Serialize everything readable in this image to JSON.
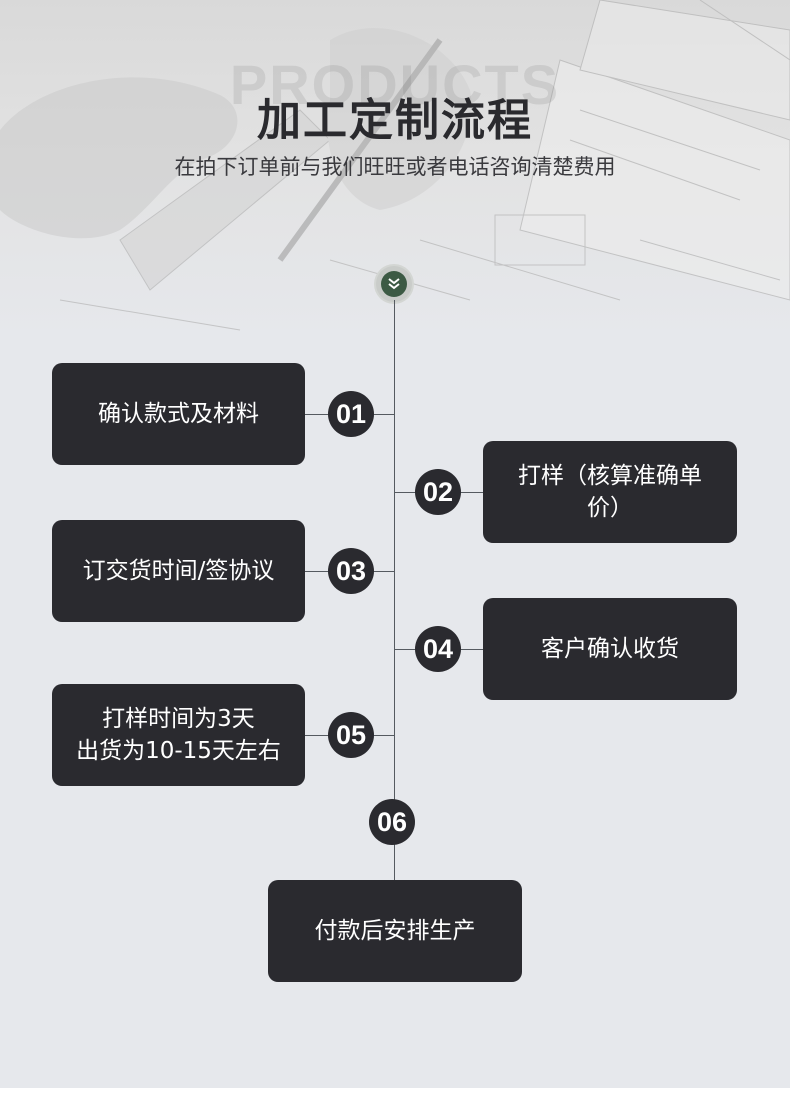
{
  "header": {
    "watermark": "PRODUCTS",
    "title": "加工定制流程",
    "subtitle": "在拍下订单前与我们旺旺或者电话咨询清楚费用"
  },
  "steps": [
    {
      "number": "01",
      "label": "确认款式及材料"
    },
    {
      "number": "02",
      "label": "打样（核算准确单\n价）"
    },
    {
      "number": "03",
      "label": "订交货时间/签协议"
    },
    {
      "number": "04",
      "label": "客户确认收货"
    },
    {
      "number": "05",
      "label": "打样时间为3天\n出货为10-15天左右"
    },
    {
      "number": "06",
      "label": "付款后安排生产"
    }
  ],
  "colors": {
    "box": "#2a2a2f",
    "top_node": "#3c5a44",
    "background": "#e6e8ec"
  },
  "icons": {
    "top_node": "double-chevron-down-icon"
  }
}
